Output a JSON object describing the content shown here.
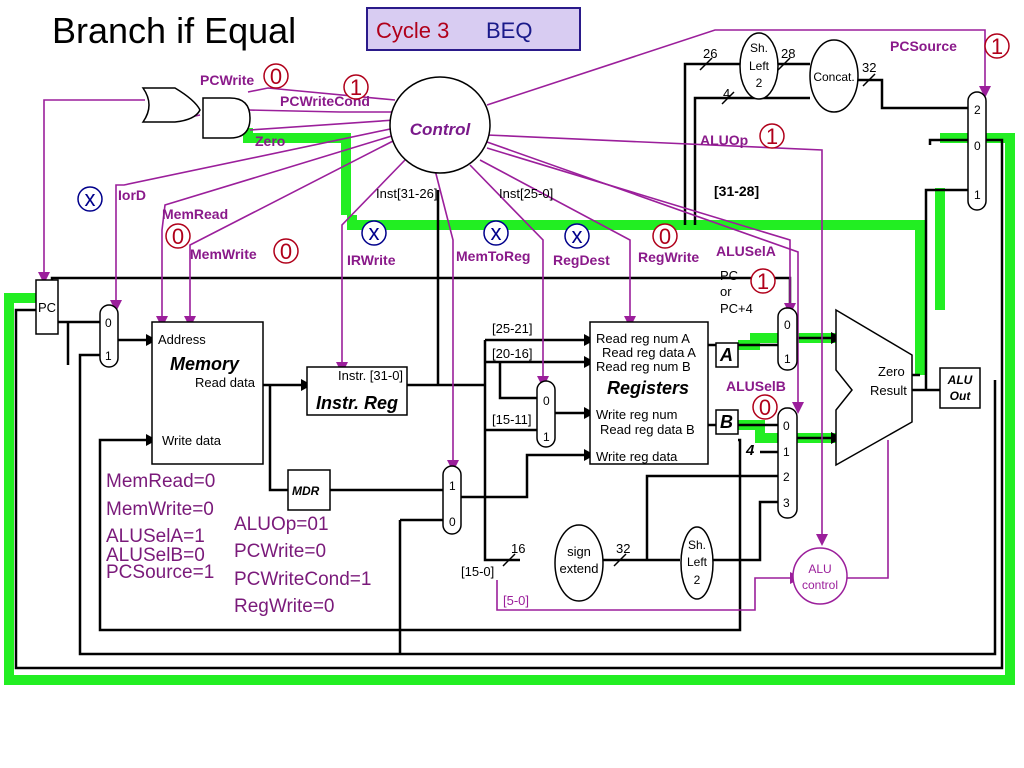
{
  "slide": {
    "title": "Branch if Equal",
    "cycle_label": "Cycle 3",
    "instr_label": "BEQ"
  },
  "control": {
    "label": "Control",
    "signals": {
      "pcwrite": "PCWrite",
      "pcwritecond": "PCWriteCond",
      "zero": "Zero",
      "iord": "IorD",
      "memread": "MemRead",
      "memwrite": "MemWrite",
      "irwrite": "IRWrite",
      "memtoreg": "MemToReg",
      "regdest": "RegDest",
      "regwrite": "RegWrite",
      "alusela": "ALUSelA",
      "aluselb": "ALUSelB",
      "aluop": "ALUOp",
      "pcsource": "PCSource"
    },
    "values": {
      "pcwrite": "0",
      "pcwritecond": "1",
      "iord": "x",
      "memread": "0",
      "memwrite": "0",
      "irwrite": "x",
      "memtoreg": "x",
      "regdest": "x",
      "regwrite": "0",
      "alusela": "1",
      "aluselb": "0",
      "aluop": "1",
      "pcsource": "1"
    }
  },
  "components": {
    "pc": "PC",
    "memory": {
      "title": "Memory",
      "address": "Address",
      "read_data": "Read data",
      "write_data": "Write data"
    },
    "mdr": "MDR",
    "instr_reg": {
      "title": "Instr. Reg",
      "field": "Instr. [31-0]"
    },
    "registers": {
      "title": "Registers",
      "read_a": "Read reg num A",
      "read_data_a": "Read reg data A",
      "read_b": "Read reg num B",
      "write_num": "Write reg num",
      "read_data_b": "Read reg data B",
      "write_data": "Write reg data"
    },
    "reg_a": "A",
    "reg_b": "B",
    "alu": {
      "zero": "Zero",
      "result": "Result"
    },
    "alu_out": {
      "line1": "ALU",
      "line2": "Out"
    },
    "sign_extend": {
      "line1": "sign",
      "line2": "extend"
    },
    "shift_left_lower": {
      "line1": "Sh.",
      "line2": "Left",
      "line3": "2"
    },
    "shift_left_upper": {
      "line1": "Sh.",
      "line2": "Left",
      "line3": "2"
    },
    "concat": "Concat.",
    "alu_control": {
      "line1": "ALU",
      "line2": "control"
    },
    "alusela_note": {
      "line1": "PC",
      "line2": "or",
      "line3": "PC+4"
    },
    "four": "4"
  },
  "mux_labels": {
    "zero": "0",
    "one": "1",
    "two": "2",
    "three": "3"
  },
  "wire_labels": {
    "inst_31_26": "Inst[31-26]",
    "inst_25_0": "Inst[25-0]",
    "bits_25_21": "[25-21]",
    "bits_20_16": "[20-16]",
    "bits_15_11": "[15-11]",
    "bits_15_0": "[15-0]",
    "bits_5_0": "[5-0]",
    "bits_31_28": "[31-28]",
    "w26": "26",
    "w28": "28",
    "w32a": "32",
    "w4": "4",
    "w16": "16",
    "w32b": "32"
  },
  "summary_left": [
    "MemRead=0",
    "MemWrite=0",
    "ALUSelA=1",
    "ALUSelB=0",
    "PCSource=1"
  ],
  "summary_right": [
    "ALUOp=01",
    "PCWrite=0",
    "PCWriteCond=1",
    "RegWrite=0"
  ],
  "colors": {
    "active_path": "#22ee22",
    "control_wire": "#9b1f9b",
    "value_circle": "#b0001a",
    "dont_care": "#00008b",
    "header_box": "#d8ccf2"
  }
}
